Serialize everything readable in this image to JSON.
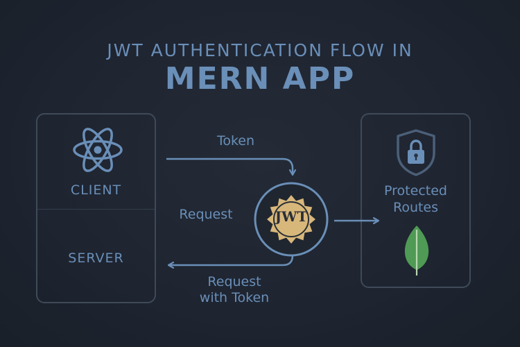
{
  "title": {
    "line1": "JWT AUTHENTICATION FLOW IN",
    "line2": "MERN APP"
  },
  "nodes": {
    "client": {
      "label": "CLIENT",
      "icon": "react-atom-icon"
    },
    "server": {
      "label": "SERVER"
    },
    "jwt": {
      "label": "JWT",
      "icon": "jwt-seal-icon"
    },
    "protected": {
      "label_line1": "Protected",
      "label_line2": "Routes",
      "icons": [
        "shield-lock-icon",
        "mongodb-leaf-icon"
      ]
    }
  },
  "edges": {
    "token": "Token",
    "request": "Request",
    "request_with_token_line1": "Request",
    "request_with_token_line2": "with Token"
  },
  "colors": {
    "background": "#1e2430",
    "accent_blue": "#6a8fb8",
    "panel_border": "#3f4a59",
    "jwt_gold": "#d8b77b",
    "mongodb_green": "#4f9a55"
  }
}
